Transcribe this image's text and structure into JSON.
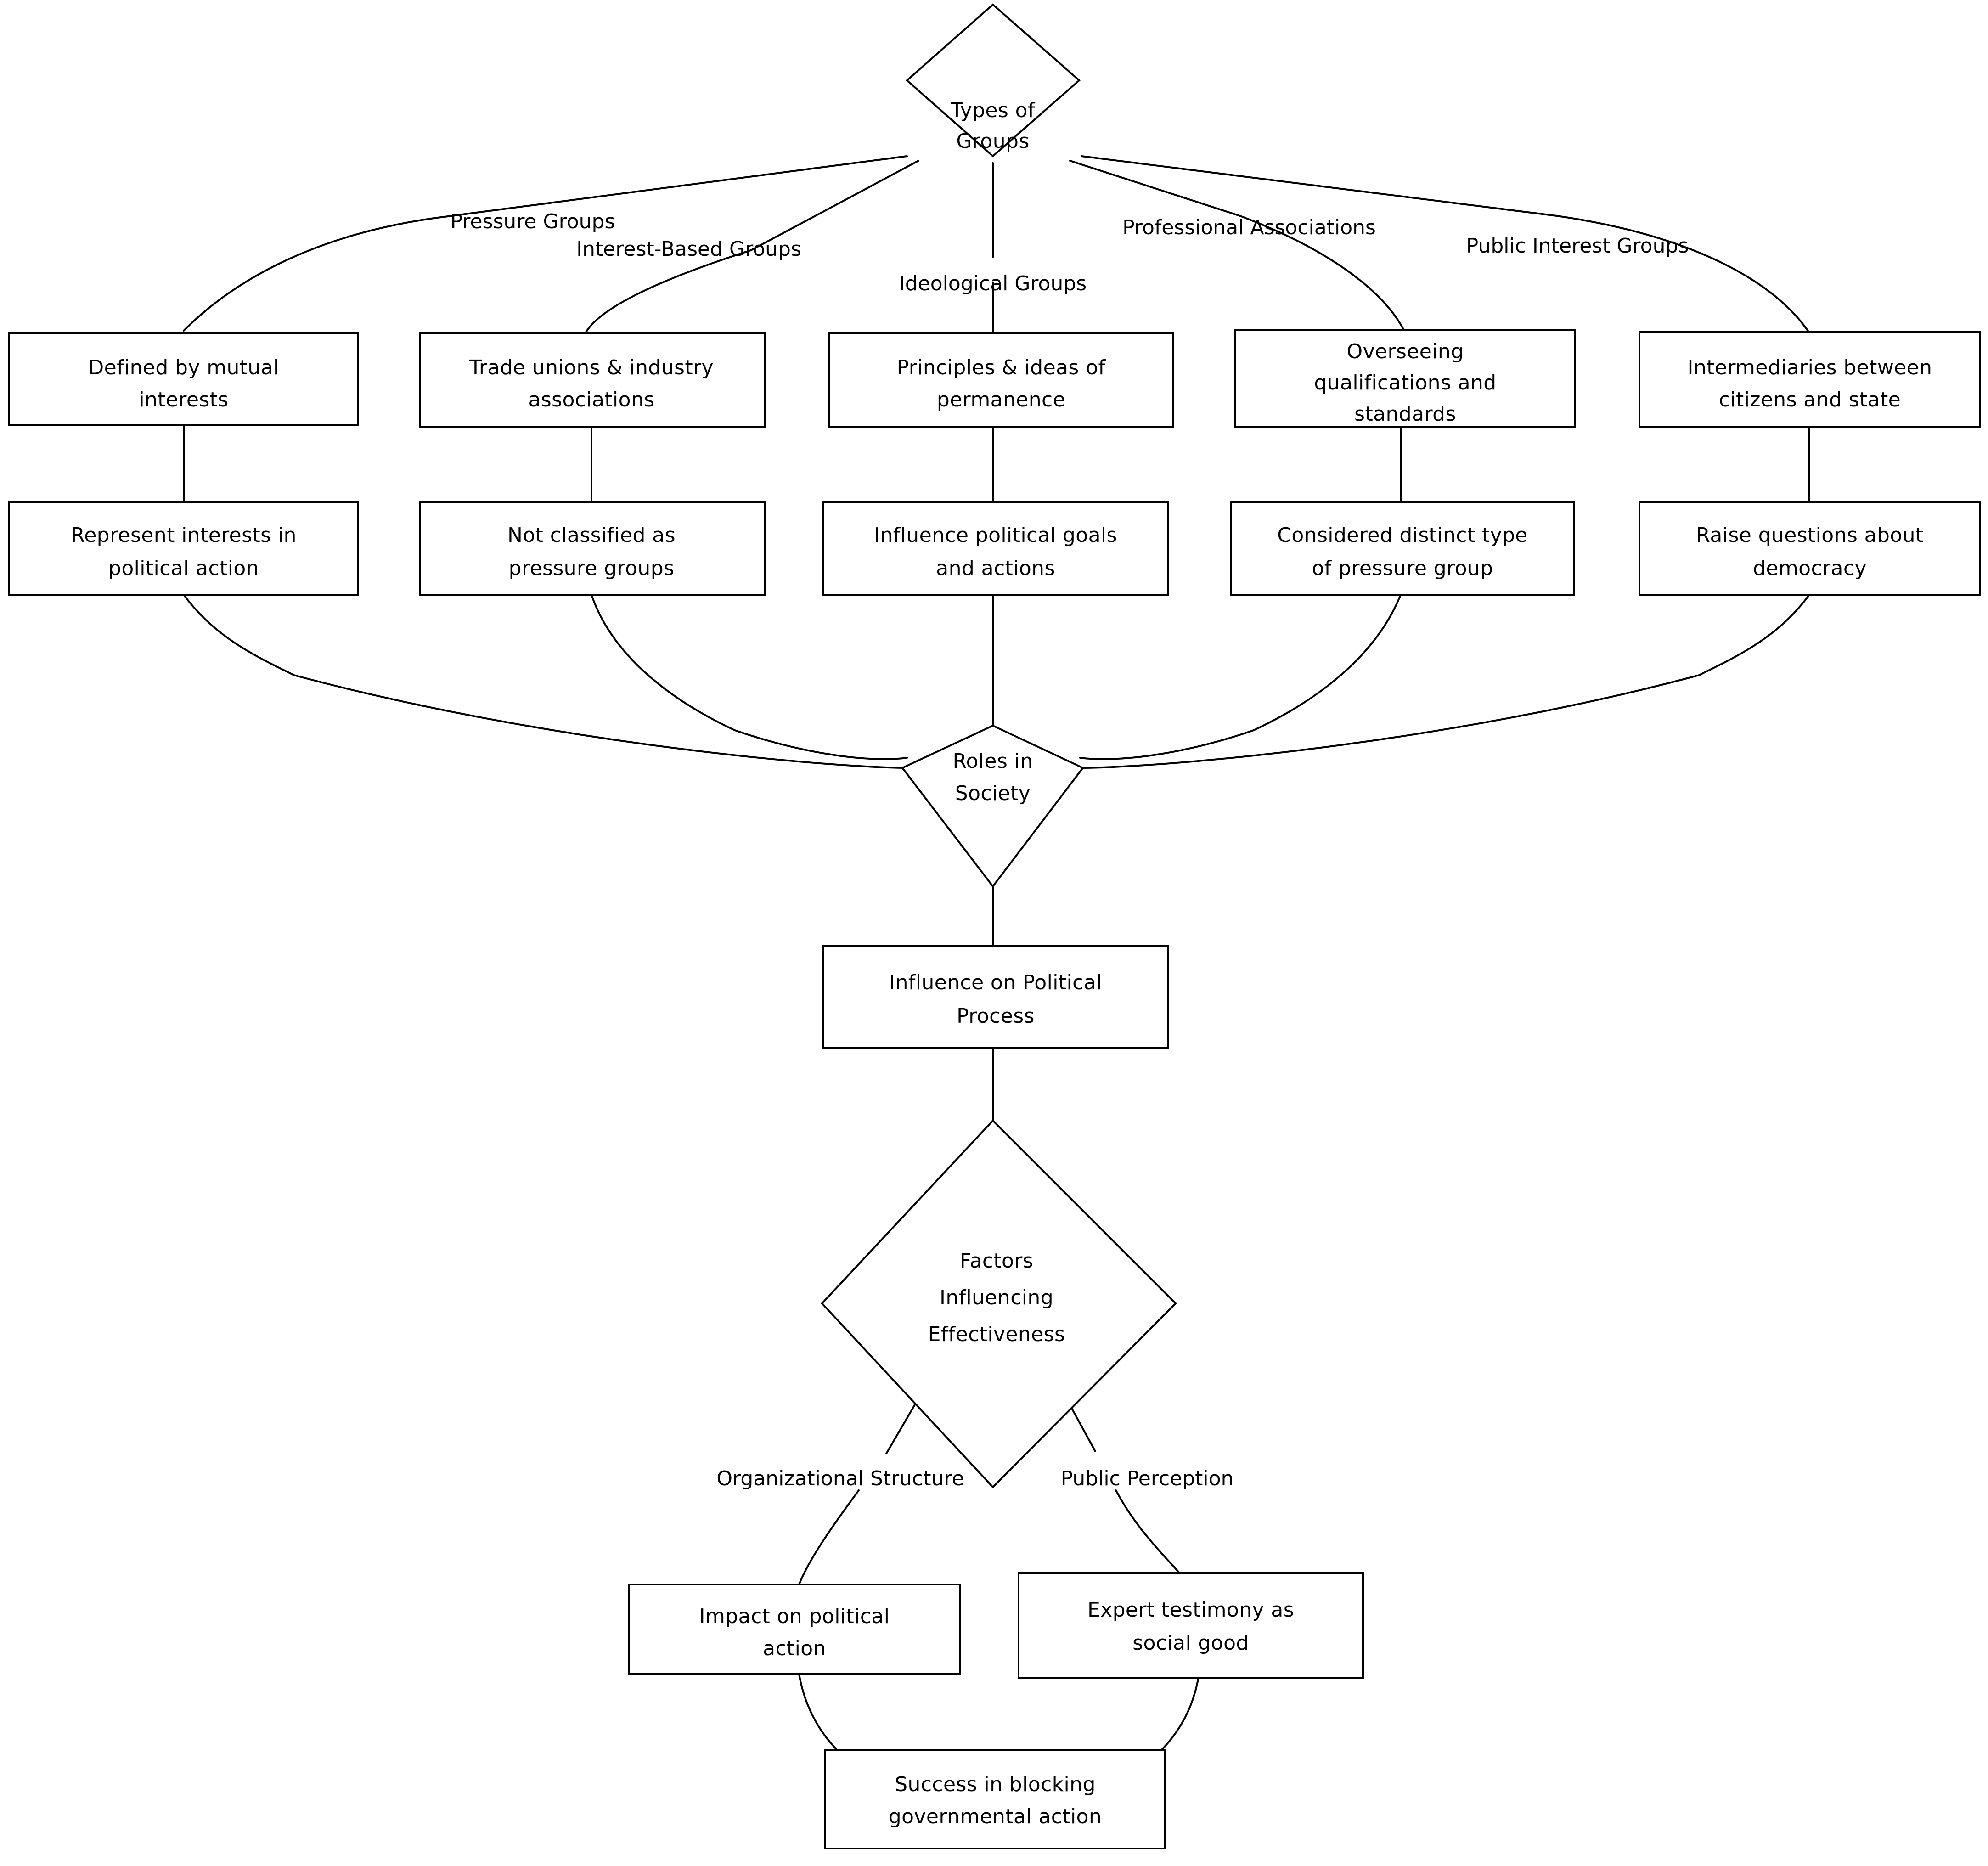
{
  "diagram": {
    "type": "flowchart",
    "title": "Types of Groups",
    "background_color": "#ffffff",
    "line_color": "#000000",
    "text_color": "#000000",
    "nodes": {
      "types_of_groups": {
        "label_line1": "Types of",
        "label_line2": "Groups",
        "shape": "diamond"
      },
      "roles_in_society": {
        "label_line1": "Roles in",
        "label_line2": "Society",
        "shape": "diamond"
      },
      "factors": {
        "label_line1": "Factors",
        "label_line2": "Influencing",
        "label_line3": "Effectiveness",
        "shape": "diamond"
      },
      "influence_process": {
        "label_line1": "Influence on Political",
        "label_line2": "Process",
        "shape": "rect"
      },
      "defined_mutual": {
        "label_line1": "Defined by mutual",
        "label_line2": "interests",
        "shape": "rect"
      },
      "trade_unions": {
        "label_line1": "Trade unions & industry",
        "label_line2": "associations",
        "shape": "rect"
      },
      "principles": {
        "label_line1": "Principles & ideas of",
        "label_line2": "permanence",
        "shape": "rect"
      },
      "overseeing": {
        "label_line1": "Overseeing",
        "label_line2": "qualifications and",
        "label_line3": "standards",
        "shape": "rect"
      },
      "intermediaries": {
        "label_line1": "Intermediaries between",
        "label_line2": "citizens and state",
        "shape": "rect"
      },
      "represent_interests": {
        "label_line1": "Represent interests in",
        "label_line2": "political action",
        "shape": "rect"
      },
      "not_classified": {
        "label_line1": "Not classified as",
        "label_line2": "pressure groups",
        "shape": "rect"
      },
      "influence_goals": {
        "label_line1": "Influence political goals",
        "label_line2": "and actions",
        "shape": "rect"
      },
      "considered_distinct": {
        "label_line1": "Considered distinct type",
        "label_line2": "of pressure group",
        "shape": "rect"
      },
      "raise_questions": {
        "label_line1": "Raise questions about",
        "label_line2": "democracy",
        "shape": "rect"
      },
      "impact_political": {
        "label_line1": "Impact on political",
        "label_line2": "action",
        "shape": "rect"
      },
      "expert_testimony": {
        "label_line1": "Expert testimony as",
        "label_line2": "social good",
        "shape": "rect"
      },
      "success_blocking": {
        "label_line1": "Success in blocking",
        "label_line2": "governmental action",
        "shape": "rect"
      }
    },
    "edge_labels": {
      "pressure_groups": "Pressure Groups",
      "interest_based_groups": "Interest-Based Groups",
      "ideological_groups": "Ideological Groups",
      "professional_associations": "Professional Associations",
      "public_interest_groups": "Public Interest Groups",
      "organizational_structure": "Organizational Structure",
      "public_perception": "Public Perception"
    },
    "edges": [
      {
        "from": "types_of_groups",
        "to": "defined_mutual",
        "label": "Pressure Groups"
      },
      {
        "from": "types_of_groups",
        "to": "trade_unions",
        "label": "Interest-Based Groups"
      },
      {
        "from": "types_of_groups",
        "to": "principles",
        "label": "Ideological Groups"
      },
      {
        "from": "types_of_groups",
        "to": "overseeing",
        "label": "Professional Associations"
      },
      {
        "from": "types_of_groups",
        "to": "intermediaries",
        "label": "Public Interest Groups"
      },
      {
        "from": "defined_mutual",
        "to": "represent_interests",
        "label": ""
      },
      {
        "from": "trade_unions",
        "to": "not_classified",
        "label": ""
      },
      {
        "from": "principles",
        "to": "influence_goals",
        "label": ""
      },
      {
        "from": "overseeing",
        "to": "considered_distinct",
        "label": ""
      },
      {
        "from": "intermediaries",
        "to": "raise_questions",
        "label": ""
      },
      {
        "from": "represent_interests",
        "to": "roles_in_society",
        "label": ""
      },
      {
        "from": "not_classified",
        "to": "roles_in_society",
        "label": ""
      },
      {
        "from": "influence_goals",
        "to": "roles_in_society",
        "label": ""
      },
      {
        "from": "considered_distinct",
        "to": "roles_in_society",
        "label": ""
      },
      {
        "from": "raise_questions",
        "to": "roles_in_society",
        "label": ""
      },
      {
        "from": "roles_in_society",
        "to": "influence_process",
        "label": ""
      },
      {
        "from": "influence_process",
        "to": "factors",
        "label": ""
      },
      {
        "from": "factors",
        "to": "impact_political",
        "label": "Organizational Structure"
      },
      {
        "from": "factors",
        "to": "expert_testimony",
        "label": "Public Perception"
      },
      {
        "from": "impact_political",
        "to": "success_blocking",
        "label": ""
      },
      {
        "from": "expert_testimony",
        "to": "success_blocking",
        "label": ""
      }
    ]
  }
}
